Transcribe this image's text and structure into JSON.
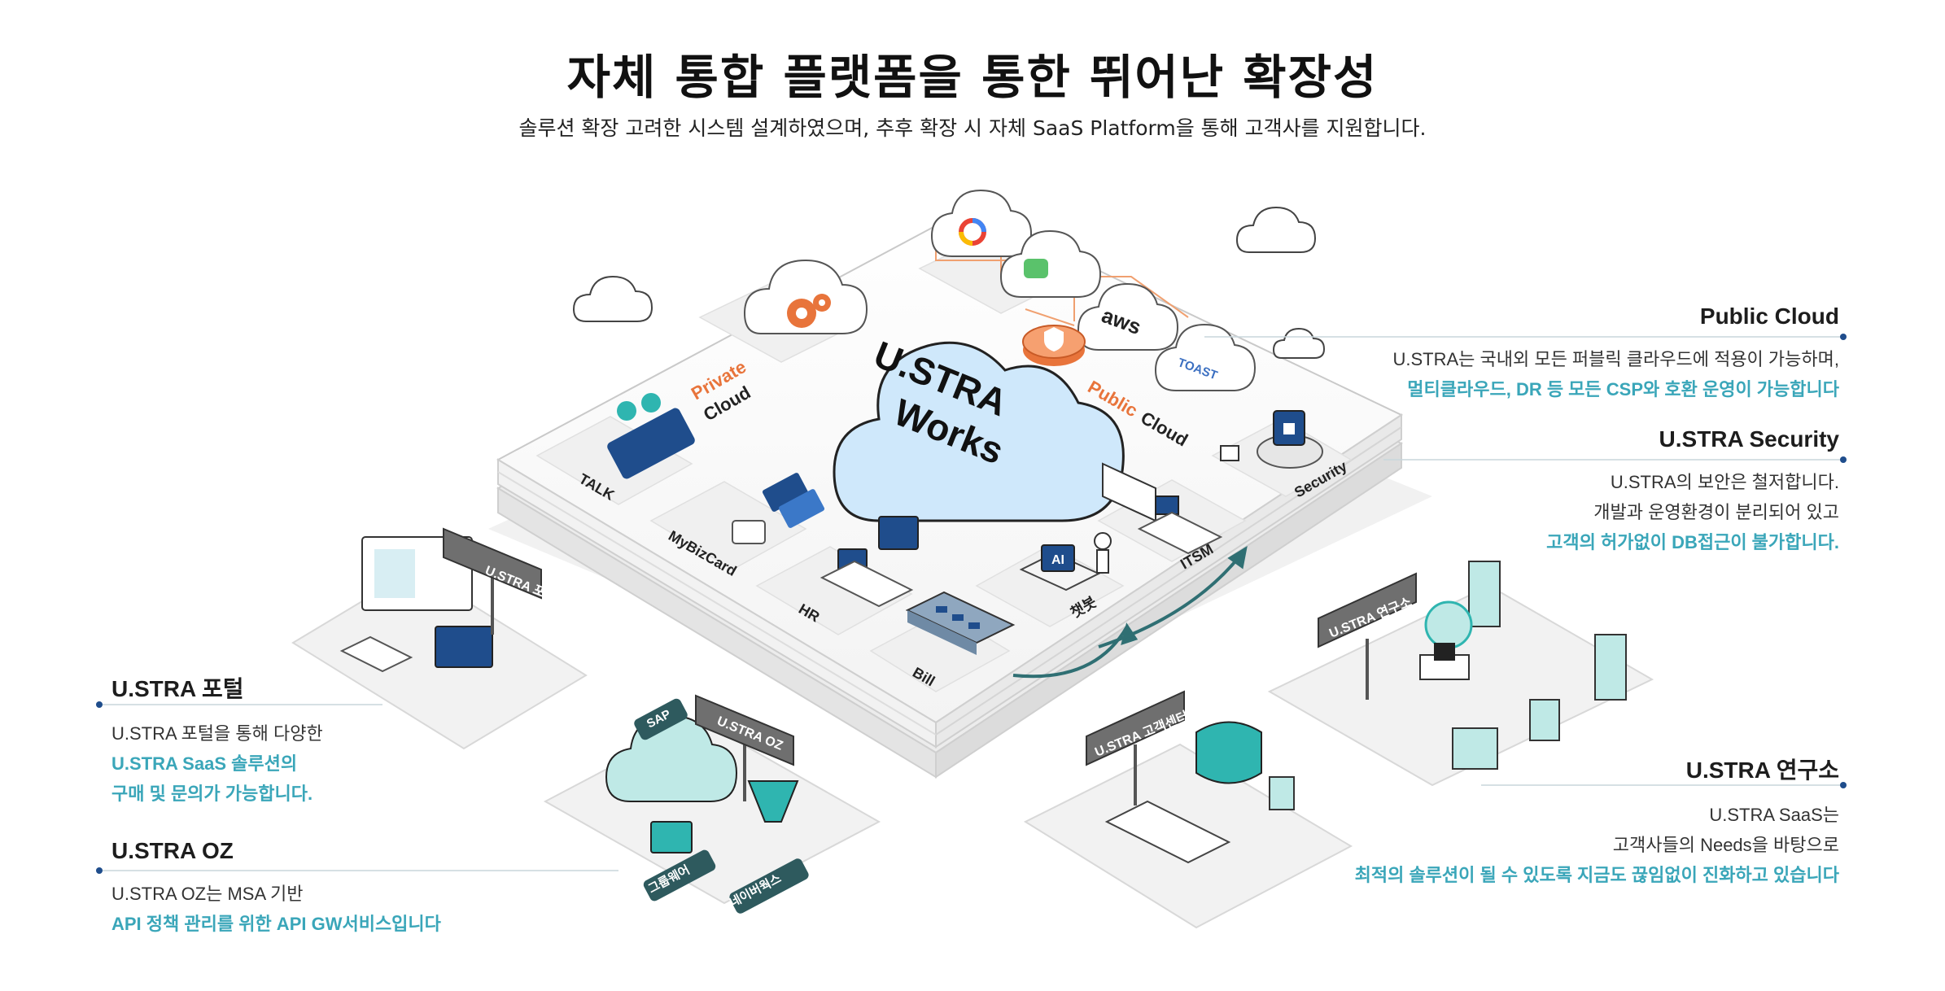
{
  "header": {
    "title": "자체 통합 플랫폼을 통한 뛰어난 확장성",
    "subtitle": "솔루션 확장 고려한 시스템 설계하였으며, 추후 확장 시 자체 SaaS Platform을 통해 고객사를 지원합니다."
  },
  "center": {
    "line1": "U.STRA",
    "line2": "Works"
  },
  "platform_labels": {
    "private": "Private",
    "private_cloud": "Cloud",
    "public": "Public",
    "public_cloud": "Cloud",
    "talk": "TALK",
    "mybizcard": "MyBizCard",
    "hr": "HR",
    "bill": "Bill",
    "chatbot": "챗봇",
    "itsm": "ITSM",
    "security": "Security",
    "ai": "AI",
    "aws": "aws",
    "toast": "TOAST"
  },
  "signs": {
    "portal": "U.STRA 포털",
    "oz": "U.STRA OZ",
    "customer_center": "U.STRA 고객센터",
    "lab": "U.STRA 연구소",
    "sap": "SAP",
    "groupware": "그룹웨어",
    "naver_works": "네이버웍스"
  },
  "callouts": {
    "public_cloud": {
      "title": "Public Cloud",
      "line1": "U.STRA는 국내외 모든 퍼블릭 클라우드에 적용이 가능하며,",
      "accent1": "멀티클라우드, DR 등 모든 CSP와 호환 운영이 가능합니다"
    },
    "security": {
      "title": "U.STRA Security",
      "line1": "U.STRA의 보안은 철저합니다.",
      "line2": "개발과 운영환경이 분리되어 있고",
      "accent1": "고객의 허가없이 DB접근이 불가합니다."
    },
    "portal": {
      "title": "U.STRA 포털",
      "line1": "U.STRA 포털을 통해 다양한",
      "accent1": "U.STRA SaaS 솔루션의",
      "accent2": "구매 및 문의가 가능합니다."
    },
    "oz": {
      "title": "U.STRA OZ",
      "line1": "U.STRA OZ는 MSA 기반",
      "accent1": "API 정책 관리를 위한 API GW서비스입니다"
    },
    "lab": {
      "title": "U.STRA 연구소",
      "line1": "U.STRA SaaS는",
      "line2": "고객사들의 Needs을 바탕으로",
      "accent1": "최적의 솔루션이 될 수 있도록 지금도 끊임없이 진화하고 있습니다"
    }
  },
  "colors": {
    "accent": "#3aa6b9",
    "cloud_blue": "#cfe8fb",
    "orange": "#e8743b",
    "teal": "#2fb5b0",
    "navy": "#1f4d8c"
  }
}
